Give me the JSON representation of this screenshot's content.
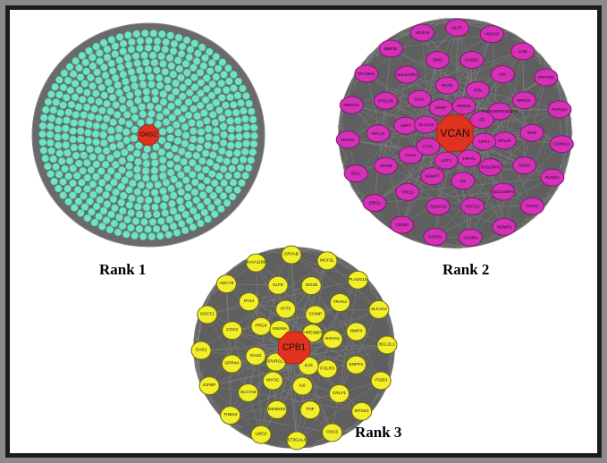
{
  "colors": {
    "frame_outer": "#8a8a8a",
    "frame_inner": "#1c1c1c",
    "edge": "#6e6e6e",
    "hub": "#e0321e",
    "rank1_node": "#6fe3c4",
    "rank2_node": "#d62fb8",
    "rank3_node": "#f2ee2a"
  },
  "networks": [
    {
      "label": "Rank 1",
      "hub": "OAS2",
      "node_color_key": "rank1_node",
      "nodes": []
    },
    {
      "label": "Rank 2",
      "hub": "VCAN",
      "node_color_key": "rank2_node",
      "nodes": [
        "KLF5",
        "HOXA9",
        "LUM",
        "PPP1R2",
        "PHF21A",
        "CDKN1A",
        "RUNX1",
        "PCIF1",
        "HDMP9",
        "CXCR4",
        "COPS2",
        "CD200",
        "ERG2",
        "SELL",
        "NR4A2",
        "FBXO41",
        "RPL36AL",
        "BMP3L",
        "HOXA5",
        "CASP1",
        "IGK",
        "RPS4X",
        "IRS2",
        "NOD2",
        "CDC42EP4",
        "TCF7L2",
        "S100A12",
        "YPEL5",
        "ZFP36",
        "RPL13",
        "STK17B",
        "SLC9A3R1",
        "BIN2",
        "SFN",
        "ENSG00000000181",
        "RPL26",
        "RASGRP2",
        "IL8",
        "NAMPT",
        "CLK4",
        "USP7",
        "CLK1",
        "RGS2",
        "UPP1",
        "FRAT1",
        "LST1",
        "CTRL",
        "SLC2A3",
        "LRMP",
        "SRRM1",
        "F5"
      ]
    },
    {
      "label": "Rank 3",
      "hub": "CPB1",
      "node_color_key": "rank3_node",
      "nodes": [
        "CRYAB",
        "MCF2L",
        "PLA2G15",
        "SLC4A4",
        "BCL2L1",
        "ITGB3",
        "MTSS1",
        "OXC5",
        "ST3GAL5",
        "LMO2",
        "THBS4",
        "IGFBP",
        "OAS1",
        "OXCT1",
        "ADCY8",
        "KIAA1199",
        "ISG15",
        "TRAK2",
        "BMP4",
        "ENPP1",
        "CRLF1",
        "TNF",
        "DENND2",
        "SLC7A8",
        "GPR44",
        "COX2",
        "IFI44",
        "KLF6",
        "COMP",
        "NOVA1",
        "FOLR3",
        "IL6",
        "MYOC",
        "OAS2",
        "PRG4",
        "IFIT2",
        "IL16",
        "SPARCL1",
        "VWA5A",
        "HRENBP"
      ]
    }
  ]
}
